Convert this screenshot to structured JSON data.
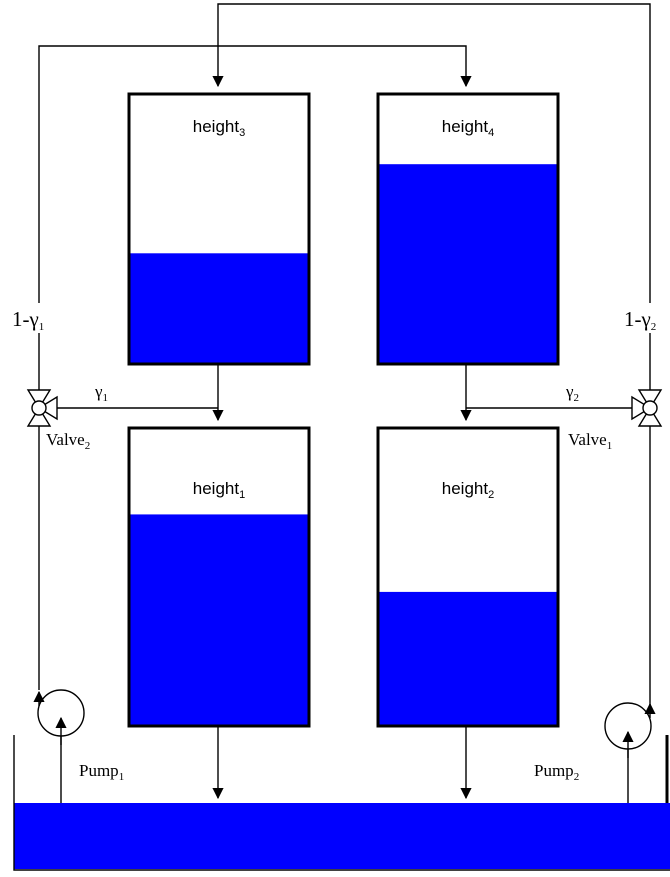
{
  "colors": {
    "water": "#0000ff",
    "line": "#000000",
    "background": "#ffffff"
  },
  "tanks": [
    {
      "id": "tank-3",
      "label": "height",
      "sub": "3",
      "level": 0.41
    },
    {
      "id": "tank-4",
      "label": "height",
      "sub": "4",
      "level": 0.74
    },
    {
      "id": "tank-1",
      "label": "height",
      "sub": "1",
      "level": 0.71
    },
    {
      "id": "tank-2",
      "label": "height",
      "sub": "2",
      "level": 0.45
    }
  ],
  "valves": {
    "valve2": {
      "label": "Valve",
      "sub": "2"
    },
    "valve1": {
      "label": "Valve",
      "sub": "1"
    }
  },
  "pumps": {
    "pump1": {
      "label": "Pump",
      "sub": "1"
    },
    "pump2": {
      "label": "Pump",
      "sub": "2"
    }
  },
  "ratios": {
    "gamma1": {
      "label": "γ",
      "sub": "1"
    },
    "gamma2": {
      "label": "γ",
      "sub": "2"
    },
    "one_minus_gamma1": {
      "label": "1-γ",
      "sub": "1"
    },
    "one_minus_gamma2": {
      "label": "1-γ",
      "sub": "2"
    }
  }
}
